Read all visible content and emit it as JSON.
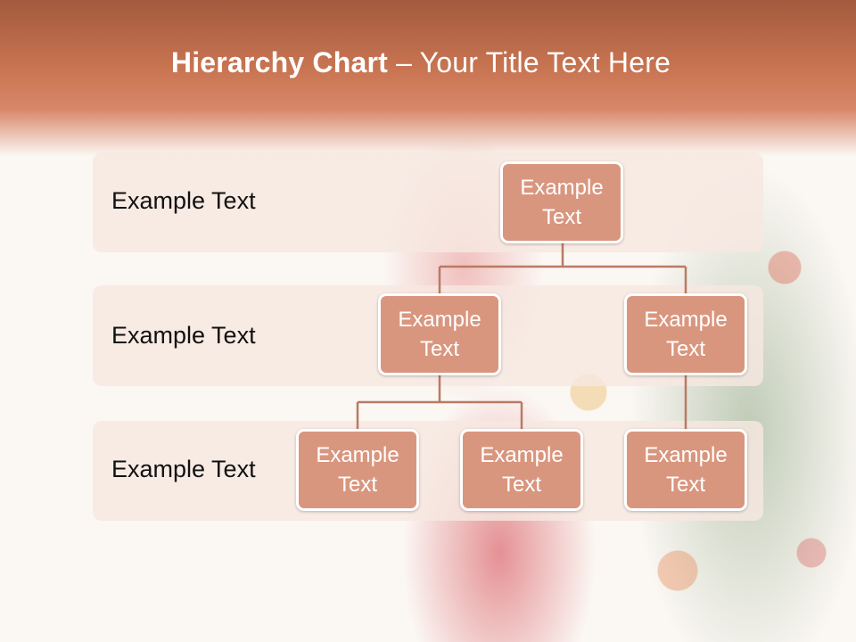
{
  "title": {
    "bold": "Hierarchy Chart",
    "rest": " – Your Title Text Here"
  },
  "rows": [
    {
      "label": "Example Text"
    },
    {
      "label": "Example Text"
    },
    {
      "label": "Example Text"
    }
  ],
  "nodes": {
    "top": {
      "line1": "Example",
      "line2": "Text"
    },
    "mid_left": {
      "line1": "Example",
      "line2": "Text"
    },
    "mid_right": {
      "line1": "Example",
      "line2": "Text"
    },
    "bottom_1": {
      "line1": "Example",
      "line2": "Text"
    },
    "bottom_2": {
      "line1": "Example",
      "line2": "Text"
    },
    "bottom_3": {
      "line1": "Example",
      "line2": "Text"
    }
  },
  "colors": {
    "title_band": "#c97552",
    "node_fill": "#d9967e",
    "connector": "#b97a64",
    "band": "#f6e8e1"
  }
}
